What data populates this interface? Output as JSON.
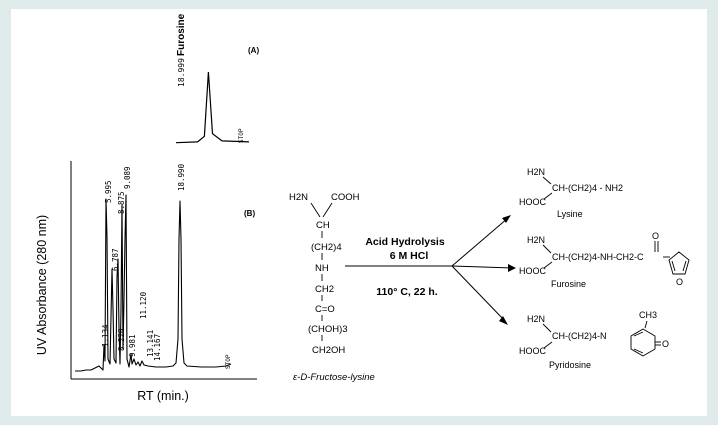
{
  "chart_data": [
    {
      "type": "line",
      "panel": "(A)",
      "x": [
        17.8,
        18.6,
        18.85,
        18.999,
        19.15,
        19.5,
        20.5
      ],
      "series": [
        {
          "values": [
            0.5,
            0.8,
            3,
            28,
            4,
            1.2,
            0.8
          ]
        }
      ],
      "peak_labels": [
        {
          "rt": "18.999",
          "text": "Furosine"
        }
      ],
      "end_marker": "STOP"
    },
    {
      "type": "line",
      "panel": "(B)",
      "xlabel": "RT (min.)",
      "ylabel": "UV Absorbance (280 nm)",
      "peak_labels": [
        "1.134",
        "5.995",
        "6.787",
        "8.220",
        "8.875",
        "9.089",
        "9.981",
        "11.120",
        "13.141",
        "14.167",
        "18.990"
      ],
      "end_marker": "STOP"
    }
  ],
  "scheme": {
    "reactant": "ε-D-Fructose-lysine",
    "reactant_groups": [
      "H2N",
      "COOH",
      "CH",
      "(CH2)4",
      "NH",
      "CH2",
      "C=O",
      "(CHOH)3",
      "CH2OH"
    ],
    "condition_top": "Acid Hydrolysis",
    "condition_reagent": "6 M HCl",
    "condition_bottom": "110° C, 22 h.",
    "products": [
      {
        "name": "Lysine",
        "formula": "CH-(CH2)4 - NH2"
      },
      {
        "name": "Furosine",
        "formula": "CH-(CH2)4-NH-CH2-C"
      },
      {
        "name": "Pyridosine",
        "formula": "CH-(CH2)4-N"
      }
    ],
    "common_groups": {
      "amine": "H2N",
      "acid": "HOOC",
      "methyl": "CH3",
      "oxo": "O"
    }
  }
}
